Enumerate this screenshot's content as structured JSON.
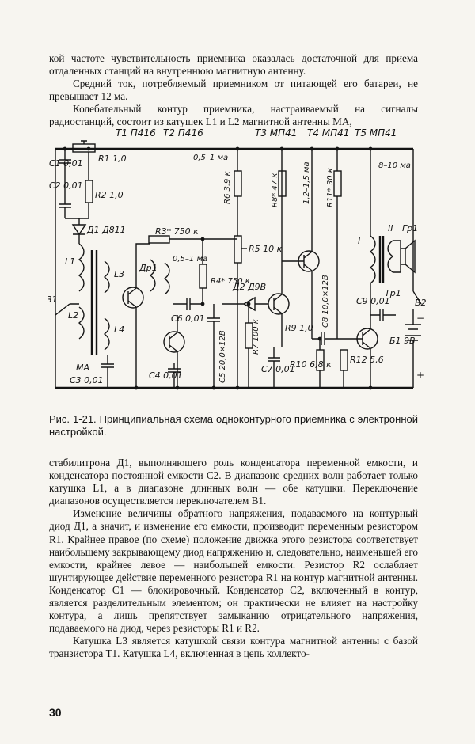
{
  "top_text": {
    "p1": "кой частоте чувствительность приемника оказалась достаточной для приема отдаленных станций на внутреннюю магнитную антенну.",
    "p2": "Средний ток, потребляемый приемником от питающей его батареи, не превышает 12 ма.",
    "p3": "Колебательный контур приемника, настраиваемый на сигналы радиостанций, состоит из катушек L1 и L2 магнитной антенны МА,"
  },
  "schematic": {
    "t1": "T1 П416",
    "t2": "T2 П416",
    "t3": "T3 МП41",
    "t4": "T4 МП41",
    "t5": "T5 МП41",
    "c1": "C1 0,01",
    "c2": "C2 0,01",
    "r1": "R1 1,0",
    "r2": "R2 1,0",
    "d1": "Д1 Д811",
    "r3": "R3* 750 к",
    "dr1": "Др1",
    "i_05_1": "0,5–1 ма",
    "i_05_1b": "0,5–1 ма",
    "i_12_15": "1,2–1,5 ма",
    "i_8_10": "8–10 ма",
    "r6": "R6 3,9 к",
    "r8": "R8* 47 к",
    "r11": "R11* 30 к",
    "r5": "R5 10 к",
    "r4": "R4* 750 к",
    "d2": "Д2 Д9В",
    "l1": "L1",
    "l2": "L2",
    "l3": "L3",
    "l4": "L4",
    "b1": "В1",
    "b2": "В2",
    "ma": "МА",
    "c3": "C3 0,01",
    "c4": "C4 0,01",
    "c5": "C5 20,0×12В",
    "c6": "C6 0,01",
    "c7": "C7 0,01",
    "c8": "C8 10,0×12В",
    "c9": "C9 0,01",
    "r7": "R7 100 к",
    "r9": "R9 1,0",
    "r10": "R10 6,8 к",
    "r12": "R12 5,6",
    "tr1": "Tp1",
    "gr1": "Гр1",
    "bat": "Б1 9В",
    "w1": "I",
    "w2": "II",
    "plus": "+",
    "minus": "−"
  },
  "caption": "Рис. 1-21. Принципиальная схема одноконтурного приемника с электронной настройкой.",
  "bottom_text": {
    "p1": "стабилитрона Д1, выполняющего роль конденсатора переменной емкости, и конденсатора постоянной емкости C2. В диапазоне средних волн работает только катушка L1, а в диапазоне длинных волн — обе катушки. Переключение диапазонов осуществляется переключателем В1.",
    "p2": "Изменение величины обратного напряжения, подаваемого на контурный диод Д1, а значит, и изменение его емкости, производит переменным резистором R1. Крайнее правое (по схеме) положение движка этого резистора соответствует наибольшему закрывающему диод напряжению и, следовательно, наименьшей его емкости, крайнее левое — наибольшей емкости. Резистор R2 ослабляет шунтирующее действие переменного резистора R1 на контур магнитной антенны. Конденсатор C1 — блокировочный. Конденсатор C2, включенный в контур, является разделительным элементом; он практически не влияет на настройку контура, а лишь препятствует замыканию отрицательного напряжения, подаваемого на диод, через резисторы R1 и R2.",
    "p3": "Катушка L3 является катушкой связи контура магнитной антенны с базой транзистора T1. Катушка L4, включенная в цепь коллекто-"
  },
  "page_number": "30"
}
